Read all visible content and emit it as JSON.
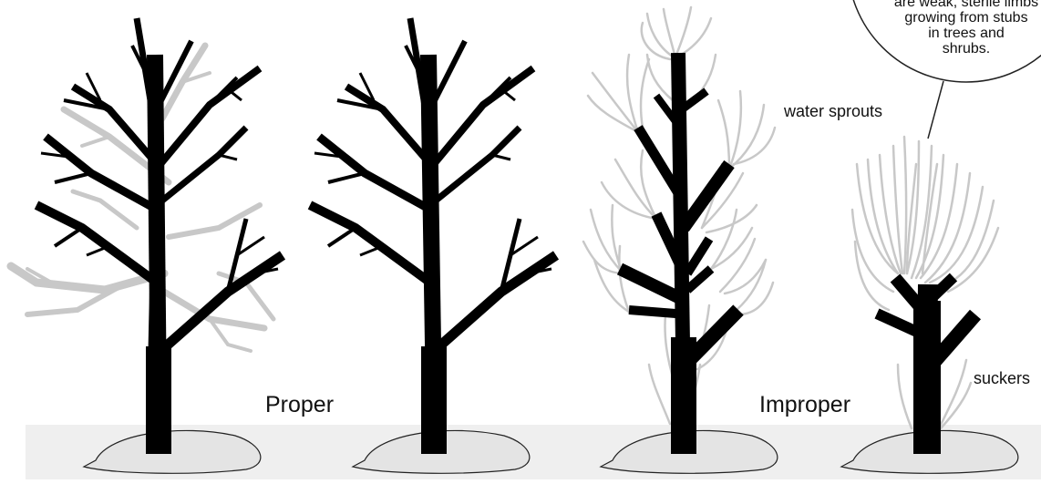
{
  "labels": {
    "proper": "Proper",
    "improper": "Improper",
    "water_sprouts": "water sprouts",
    "suckers": "suckers"
  },
  "callout": {
    "lines": [
      "are weak, sterile limbs",
      "growing from stubs",
      "in trees and",
      "shrubs."
    ]
  },
  "colors": {
    "trunk": "#000000",
    "pruned_branches": "#c8c8c8",
    "ground": "#efefef",
    "mound": "#e4e4e4"
  }
}
